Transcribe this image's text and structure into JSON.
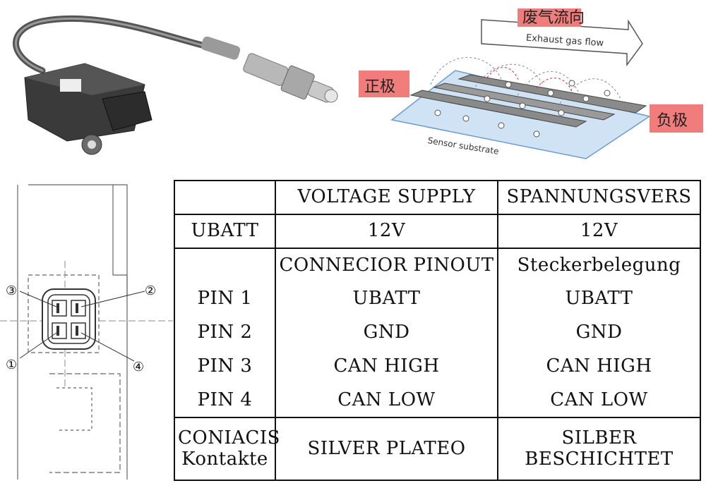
{
  "flow_diagram": {
    "flow_label_cn": "废气流向",
    "flow_label_en": "Exhaust gas flow",
    "positive_label": "正极",
    "negative_label": "负极",
    "substrate_label": "Sensor substrate"
  },
  "connector_drawing": {
    "pin_markers": [
      "③",
      "②",
      "①",
      "④"
    ]
  },
  "table": {
    "header": [
      "",
      "VOLTAGE SUPPLY",
      "SPANNUNGSVERS"
    ],
    "ubatt_row": [
      "UBATT",
      "12V",
      "12V"
    ],
    "pinout_header": [
      "",
      "CONNECIOR PINOUT",
      "Steckerbelegung"
    ],
    "pins": [
      [
        "PIN 1",
        "UBATT",
        "UBATT"
      ],
      [
        "PIN 2",
        "GND",
        "GND"
      ],
      [
        "PIN 3",
        "CAN HIGH",
        "CAN HIGH"
      ],
      [
        "PIN 4",
        "CAN LOW",
        "CAN LOW"
      ]
    ],
    "contacts": {
      "label_line1": "CONIACIS",
      "label_line2": "Kontakte",
      "value_en": "SILVER PLATEO",
      "value_de_line1": "SILBER",
      "value_de_line2": "BESCHICHTET"
    }
  },
  "colors": {
    "label_box_fill": "#f07c7c",
    "label_box_text": "#8b0000",
    "substrate": "#cfe3f5",
    "electrode": "#8a8a8a"
  }
}
